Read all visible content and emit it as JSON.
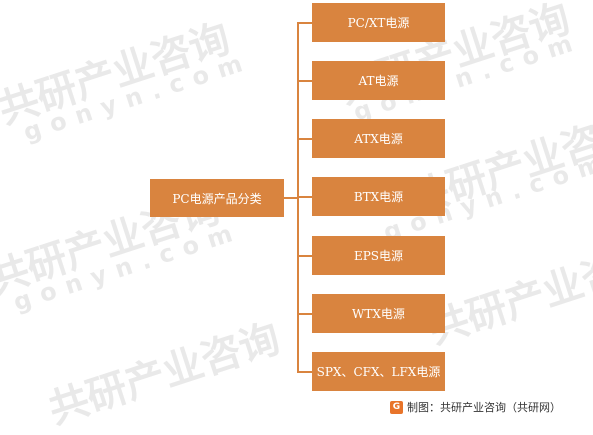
{
  "diagram": {
    "root": "PC电源产品分类",
    "children": [
      "PC/XT电源",
      "AT电源",
      "ATX电源",
      "BTX电源",
      "EPS电源",
      "WTX电源",
      "SPX、CFX、LFX电源"
    ]
  },
  "watermark": {
    "cn": "共研产业咨询",
    "en": "gonyn.com"
  },
  "footer": {
    "logo": "G",
    "source": "制图：共研产业咨询（共研网）"
  },
  "colors": {
    "box": "#d9843f",
    "box_text": "#ffffff",
    "background": "#ffffff"
  }
}
